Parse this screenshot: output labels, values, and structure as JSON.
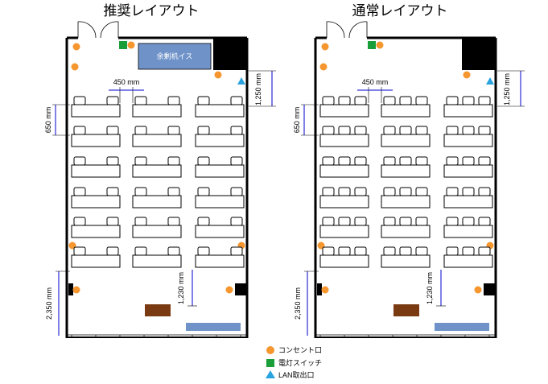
{
  "layouts": [
    {
      "title": "推奨レイアウト",
      "spare_label": "余剰机イス",
      "show_spare": true,
      "dim_top": "1,250 mm",
      "dim_gap": "450 mm",
      "dim_row": "650 mm",
      "dim_bottom_left": "2,350 mm",
      "dim_bottom_mid": "1,230 mm"
    },
    {
      "title": "通常レイアウト",
      "spare_label": "",
      "show_spare": false,
      "dim_top": "1,250 mm",
      "dim_gap": "450 mm",
      "dim_row": "650 mm",
      "dim_bottom_left": "2,350 mm",
      "dim_bottom_mid": "1,230 mm"
    }
  ],
  "legend": {
    "outlet": "コンセント口",
    "switch": "電灯スイッチ",
    "lan": "LAN取出口"
  },
  "colors": {
    "outlet": "#f5962f",
    "switch": "#1a9e3a",
    "lan": "#29a3e0",
    "spare_table": "#6f93c8",
    "lectern": "#7a3b12",
    "dimension": "#0000cc"
  }
}
